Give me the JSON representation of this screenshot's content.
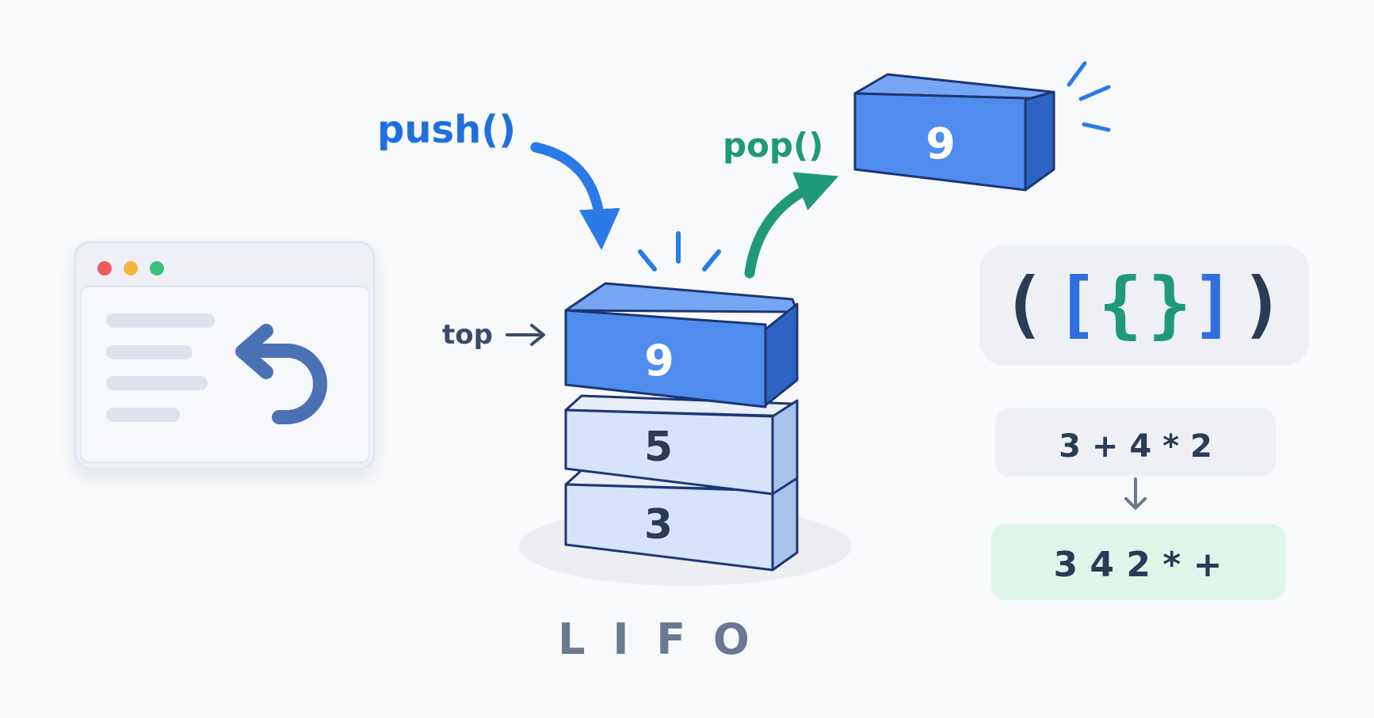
{
  "labels": {
    "push": "push()",
    "pop": "pop()",
    "top": "top",
    "lifo": "L I F O"
  },
  "stack": {
    "top_value": "9",
    "middle_value": "5",
    "bottom_value": "3",
    "popped_value": "9"
  },
  "brackets": {
    "open_paren": "(",
    "open_square": "[",
    "open_curly": "{",
    "close_curly": "}",
    "close_square": "]",
    "close_paren": ")"
  },
  "expression": {
    "infix": "3 + 4 * 2",
    "postfix": "3 4 2 * +"
  },
  "icons": {
    "undo": "undo-arrow-icon",
    "window": "browser-window-icon",
    "arrow": "arrow-icon"
  },
  "colors": {
    "background": "#f8f9fb",
    "push": "#1f6fe0",
    "pop": "#1f9a78",
    "top_block": "#4f8cee",
    "lower_block": "#d6e4fb",
    "text_dark": "#2b3a55",
    "undo": "#4a72b5",
    "lifo": "#6b7891",
    "postfix_bg": "#e0f5ea"
  }
}
